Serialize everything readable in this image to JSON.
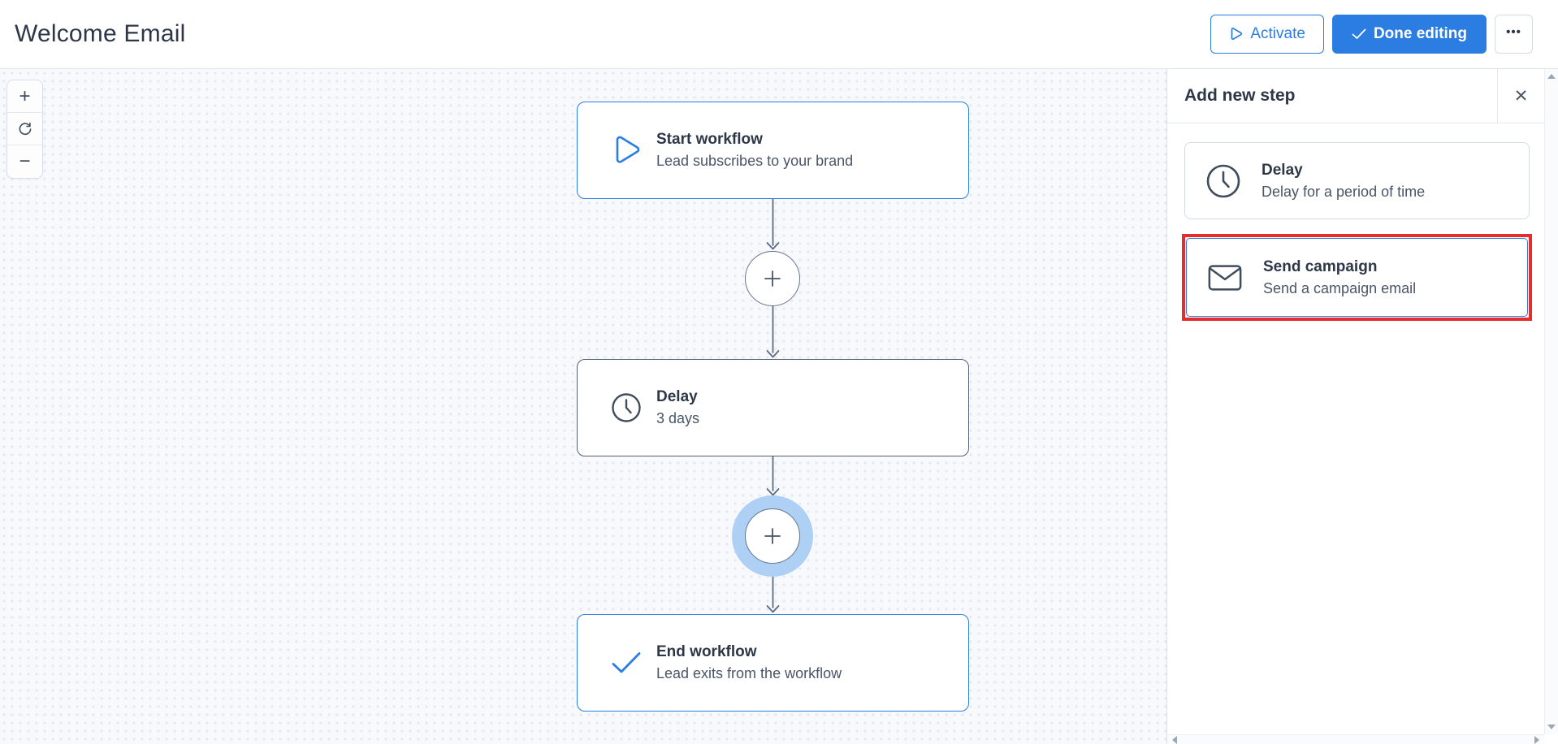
{
  "header": {
    "title": "Welcome Email",
    "activate_label": "Activate",
    "done_label": "Done editing",
    "more_glyph": "•••"
  },
  "canvas": {
    "toolbar": {
      "zoom_in_glyph": "+",
      "zoom_out_glyph": "−",
      "icons": [
        "plus-icon",
        "refresh-icon",
        "minus-icon"
      ]
    },
    "nodes": [
      {
        "title": "Start workflow",
        "subtitle": "Lead subscribes to your brand",
        "icon": "play-icon",
        "border": "blue"
      },
      {
        "title": "Delay",
        "subtitle": "3 days",
        "icon": "clock-icon",
        "border": "gray"
      },
      {
        "title": "End workflow",
        "subtitle": "Lead exits from the workflow",
        "icon": "check-icon",
        "border": "blue"
      }
    ],
    "add_step_buttons": [
      {
        "glyph": "+",
        "highlighted": false
      },
      {
        "glyph": "+",
        "highlighted": true
      }
    ]
  },
  "panel": {
    "title": "Add new step",
    "close_glyph": "✕",
    "items": [
      {
        "title": "Delay",
        "subtitle": "Delay for a period of time",
        "icon": "clock-icon",
        "annotated": false
      },
      {
        "title": "Send campaign",
        "subtitle": "Send a campaign email",
        "icon": "envelope-icon",
        "annotated": true
      }
    ]
  },
  "colors": {
    "accent_blue": "#2b7de2",
    "annotation_red": "#e82c2c",
    "halo_blue": "#aed0f5",
    "slate_text": "#2d3748",
    "gray_text": "#4a5568",
    "connector": "#5b6b80"
  }
}
